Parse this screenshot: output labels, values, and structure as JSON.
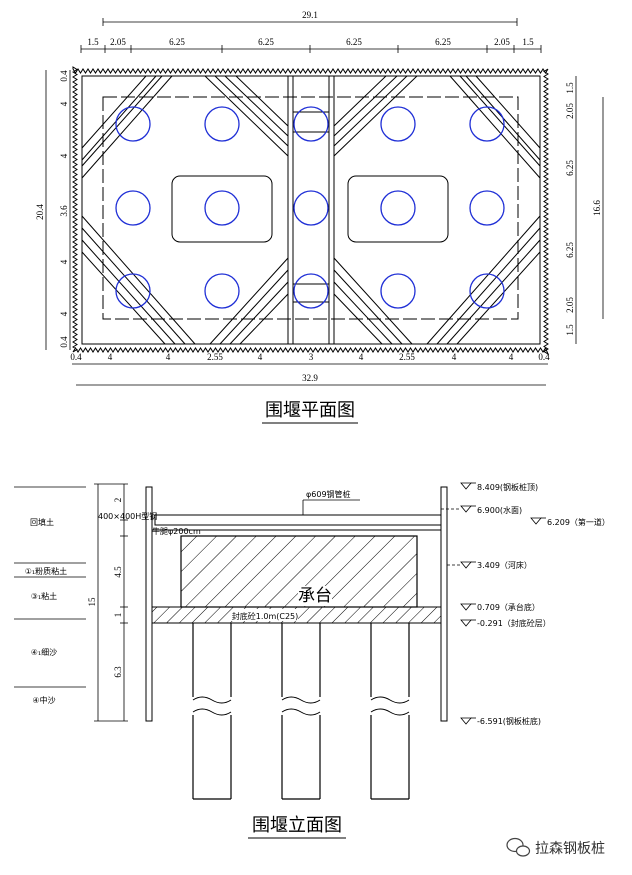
{
  "plan": {
    "title": "围堰平面图",
    "top_total": "29.1",
    "top_segments": [
      "1.5",
      "2.05",
      "6.25",
      "6.25",
      "6.25",
      "6.25",
      "2.05",
      "1.5"
    ],
    "bottom_segments": [
      "0.4",
      "4",
      "4",
      "2.55",
      "4",
      "3",
      "4",
      "2.55",
      "4",
      "4",
      "0.4"
    ],
    "bottom_total": "32.9",
    "left_total": "20.4",
    "left_segments": [
      "0.4",
      "4",
      "4",
      "3.6",
      "4",
      "4",
      "0.4"
    ],
    "right_segments": [
      "1.5",
      "2.05",
      "6.25",
      "6.25",
      "2.05",
      "1.5"
    ],
    "right_total": "16.6"
  },
  "elevation": {
    "title": "围堰立面图",
    "soil_layers": [
      "回填土",
      "①₁粉质粘土",
      "③₁粘土",
      "④₁细沙",
      "④中沙"
    ],
    "depth_total": "15",
    "depth_segments": [
      "2",
      "4.5",
      "1",
      "6.3"
    ],
    "pipe_label": "φ609钢管桩",
    "waler_label": "400×400H型钢",
    "bracket_label": "牛腿φ200cm",
    "cap_label": "承台",
    "seal_label": "封底砼1.0m(C25)",
    "elevations": [
      "8.409(钢板桩顶)",
      "6.900(水面)",
      "6.209（第一道）",
      "3.409（河床）",
      "0.709（承台底）",
      "-0.291（封底砼层）",
      "-6.591(钢板桩底)"
    ]
  },
  "watermark": "拉森钢板桩",
  "colors": {
    "line": "#000000",
    "pile_circle": "#1f2fd6"
  },
  "icons": {
    "watermark_icon": "wechat-icon"
  }
}
